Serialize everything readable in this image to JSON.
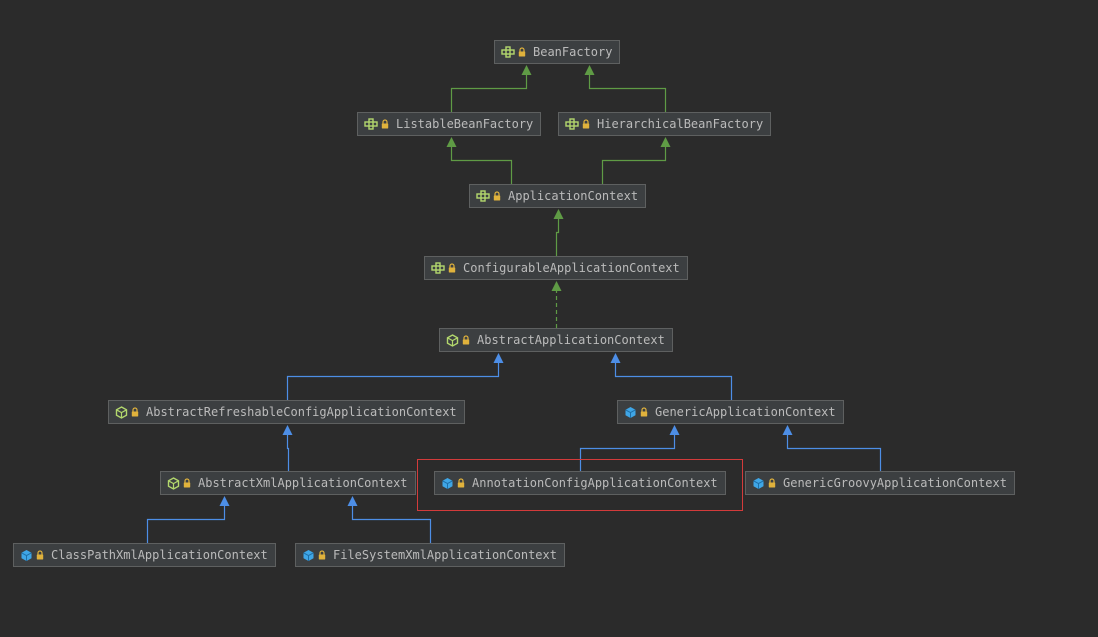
{
  "diagram": {
    "nodes": [
      {
        "id": "bean-factory",
        "label": "BeanFactory",
        "kind": "interface"
      },
      {
        "id": "listable-bean-factory",
        "label": "ListableBeanFactory",
        "kind": "interface"
      },
      {
        "id": "hierarchical-bean-factory",
        "label": "HierarchicalBeanFactory",
        "kind": "interface"
      },
      {
        "id": "application-context",
        "label": "ApplicationContext",
        "kind": "interface"
      },
      {
        "id": "configurable-application-context",
        "label": "ConfigurableApplicationContext",
        "kind": "interface"
      },
      {
        "id": "abstract-application-context",
        "label": "AbstractApplicationContext",
        "kind": "abstract"
      },
      {
        "id": "abstract-refreshable-config-application-context",
        "label": "AbstractRefreshableConfigApplicationContext",
        "kind": "abstract"
      },
      {
        "id": "generic-application-context",
        "label": "GenericApplicationContext",
        "kind": "class"
      },
      {
        "id": "abstract-xml-application-context",
        "label": "AbstractXmlApplicationContext",
        "kind": "abstract"
      },
      {
        "id": "annotation-config-application-context",
        "label": "AnnotationConfigApplicationContext",
        "kind": "class"
      },
      {
        "id": "generic-groovy-application-context",
        "label": "GenericGroovyApplicationContext",
        "kind": "class"
      },
      {
        "id": "class-path-xml-application-context",
        "label": "ClassPathXmlApplicationContext",
        "kind": "class"
      },
      {
        "id": "file-system-xml-application-context",
        "label": "FileSystemXmlApplicationContext",
        "kind": "class"
      }
    ],
    "highlighted": "annotation-config-application-context",
    "colors": {
      "background": "#2b2b2b",
      "node_bg": "#3c3f41",
      "node_border": "#5e6060",
      "node_text": "#bbbbbb",
      "interface_edge": "#5f9b45",
      "class_edge": "#4d8ee6",
      "highlight": "#d33b3b",
      "interface_icon": "#b3d86d",
      "class_icon": "#3fa6e6",
      "lock_icon": "#e0b23c"
    }
  }
}
